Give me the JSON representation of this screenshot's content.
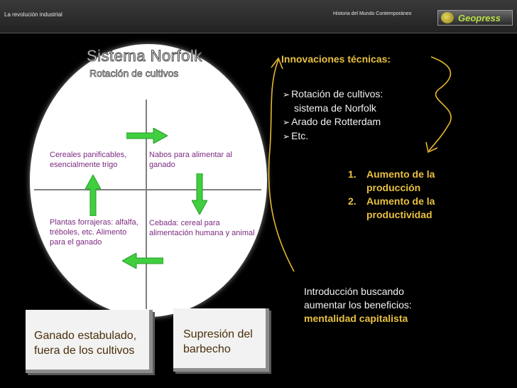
{
  "header": {
    "left_text": "La revolución industrial",
    "right_text": "Historia del Mundo Contemporáneo",
    "logo_text": "Geopress"
  },
  "diagram": {
    "title": "Sistema Norfolk",
    "subtitle": "Rotación de cultivos",
    "quadrants": {
      "top_left": "Cereales panificables, esencialmente trigo",
      "top_right": "Nabos para alimentar al ganado",
      "bottom_left": "Plantas forrajeras: alfalfa, tréboles, etc. Alimento para el ganado",
      "bottom_right": "Cebada: cereal para alimentación humana y animal"
    },
    "arrow_color": "#3fcf3f",
    "cards": {
      "left": "Ganado estabulado, fuera de los cultivos",
      "right": "Supresión del barbecho"
    }
  },
  "innovations": {
    "title": "Innovaciones técnicas:",
    "bullets": [
      "Rotación de cultivos:",
      "sistema de Norfolk",
      "Arado de Rotterdam",
      "Etc."
    ],
    "numbered": [
      {
        "num": "1.",
        "text": "Aumento de la producción"
      },
      {
        "num": "2.",
        "text": "Aumento de la productividad"
      }
    ],
    "intro_line1": "Introducción buscando",
    "intro_line2": "aumentar los beneficios:",
    "intro_highlight": "mentalidad capitalista"
  },
  "colors": {
    "accent": "#e8c040",
    "quadrant_text": "#7c2a80",
    "card_text": "#4a2f0a"
  }
}
